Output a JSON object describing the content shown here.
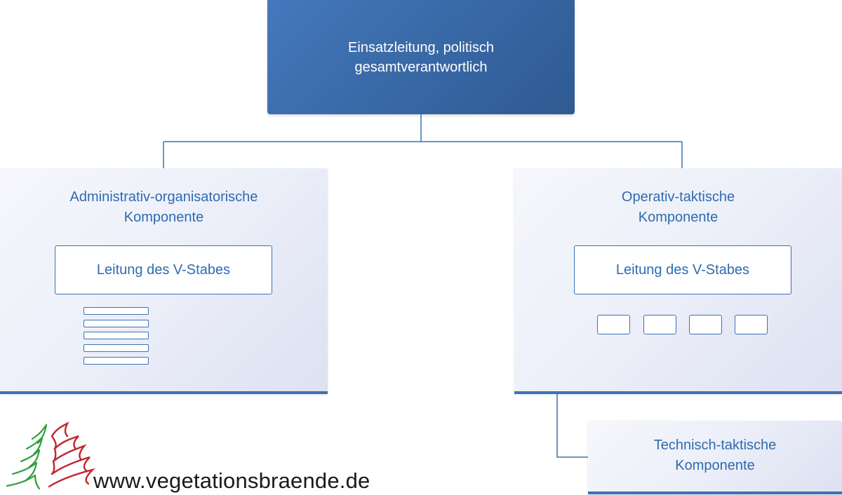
{
  "top": {
    "line1": "Einsatzleitung, politisch",
    "line2": "gesamtverantwortlich"
  },
  "left_panel": {
    "title_line1": "Administrativ-organisatorische",
    "title_line2": "Komponente",
    "inner_label": "Leitung des V-Stabes"
  },
  "right_panel": {
    "title_line1": "Operativ-taktische",
    "title_line2": "Komponente",
    "inner_label": "Leitung des V-Stabes"
  },
  "bottom_panel": {
    "title_line1": "Technisch-taktische",
    "title_line2": "Komponente"
  },
  "logo": {
    "url_text": "www.vegetationsbraende.de"
  },
  "colors": {
    "top_fill": "#3a6aa8",
    "accent_blue": "#3a72b6",
    "text_blue": "#2e6bb0",
    "panel_fill": "#eceff9",
    "connector": "#3a72b6",
    "logo_green": "#2e9e3a",
    "logo_red": "#c0262d"
  }
}
